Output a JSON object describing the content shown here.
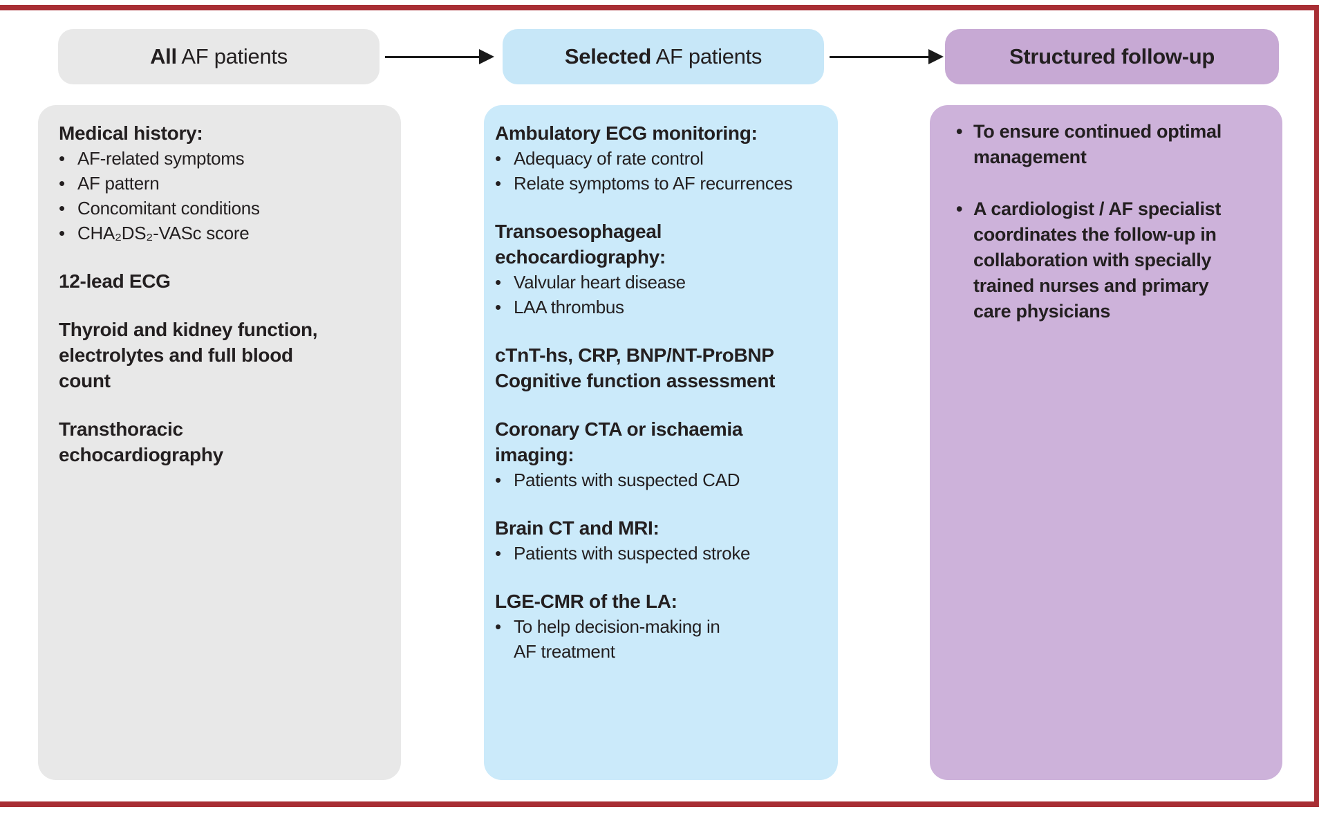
{
  "ui": {
    "bullet": "•"
  },
  "colors": {
    "frame_red": "#a82e34",
    "gray_panel": "#e8e8e8",
    "blue_panel": "#cbeafa",
    "blue_pill": "#c7e7f8",
    "purple_panel": "#cdb2da",
    "purple_pill": "#c7a9d4",
    "text": "#231f20",
    "arrow": "#1a1a1a"
  },
  "pills": [
    {
      "bold": "All",
      "rest": " AF patients"
    },
    {
      "bold": "Selected",
      "rest": " AF patients"
    },
    {
      "bold": "Structured follow-up",
      "rest": ""
    }
  ],
  "col_all": {
    "s1_heading": "Medical history:",
    "s1_items": [
      "AF-related symptoms",
      "AF pattern",
      "Concomitant conditions",
      "CHA₂DS₂-VASc score"
    ],
    "s2_heading": "12-lead ECG",
    "s3_heading": "Thyroid and kidney function,\nelectrolytes and full blood\ncount",
    "s4_heading": "Transthoracic\nechocardiography"
  },
  "col_selected": {
    "s1_heading": "Ambulatory ECG monitoring:",
    "s1_items": [
      "Adequacy of rate control",
      "Relate symptoms to AF recurrences"
    ],
    "s2_heading": "Transoesophageal\nechocardiography:",
    "s2_items": [
      "Valvular heart disease",
      "LAA thrombus"
    ],
    "s3_heading": "cTnT-hs, CRP, BNP/NT-ProBNP\nCognitive function assessment",
    "s4_heading": "Coronary CTA or ischaemia\nimaging:",
    "s4_items": [
      "Patients with suspected CAD"
    ],
    "s5_heading": "Brain CT and MRI:",
    "s5_items": [
      "Patients with suspected stroke"
    ],
    "s6_heading": "LGE-CMR of the LA:",
    "s6_items": [
      "To help decision-making in\nAF treatment"
    ]
  },
  "col_followup": {
    "items": [
      "To ensure continued optimal\nmanagement",
      "A cardiologist / AF specialist\ncoordinates the follow-up in\ncollaboration with specially\ntrained nurses and primary\ncare physicians"
    ]
  }
}
